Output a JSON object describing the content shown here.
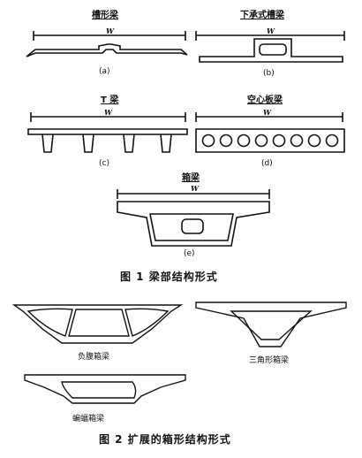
{
  "figure1": {
    "a": {
      "title": "槽形梁",
      "width_label": "W",
      "tag": "(a)"
    },
    "b": {
      "title": "下承式槽梁",
      "width_label": "W",
      "tag": "(b)"
    },
    "c": {
      "title": "T 梁",
      "width_label": "W",
      "tag": "(c)"
    },
    "d": {
      "title": "空心板梁",
      "width_label": "W",
      "tag": "(d)"
    },
    "e": {
      "title": "箱梁",
      "width_label": "W",
      "tag": "(e)"
    },
    "caption": "图 1    梁部结构形式"
  },
  "figure2": {
    "neg": {
      "label": "负腹箱梁"
    },
    "tri": {
      "label": "三角形箱梁"
    },
    "bat": {
      "label": "蝙蝠箱梁"
    },
    "caption": "图 2  扩展的箱形结构形式"
  }
}
